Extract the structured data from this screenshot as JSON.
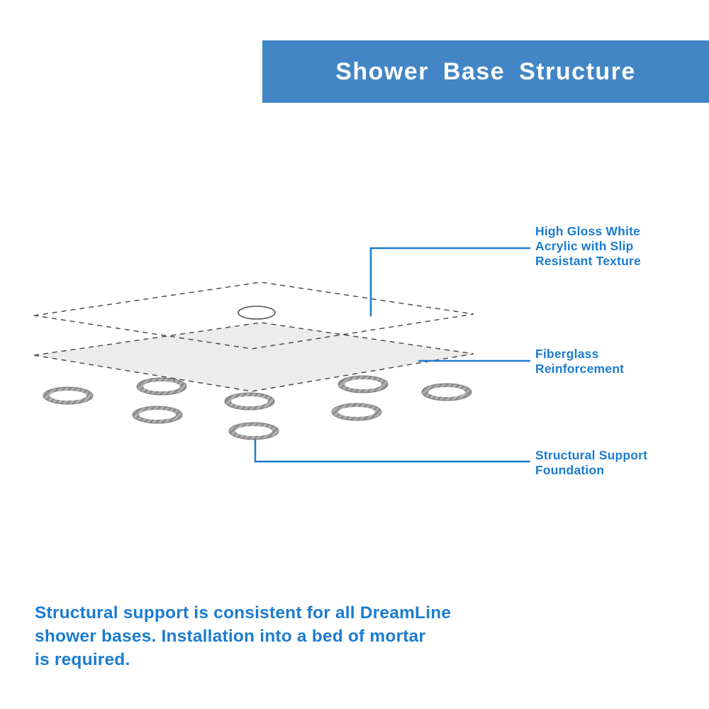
{
  "header": {
    "title": "Shower Base Structure"
  },
  "callouts": {
    "acrylic": "High Gloss White\nAcrylic with Slip\nResistant Texture",
    "fiberglass": "Fiberglass\nReinforcement",
    "foundation": "Structural Support\nFoundation"
  },
  "footer": {
    "text": "Structural support is consistent for all DreamLine\nshower bases. Installation into a bed of mortar\nis required."
  },
  "colors": {
    "banner_blue": "#4286c5",
    "text_blue": "#1b7cd0",
    "layer_gray": "#ececec",
    "ring_gray": "#a8a8a8",
    "outline_gray": "#4f4f4f"
  },
  "diagram": {
    "ring_count": 8,
    "layers": [
      "acrylic-top-dashed-outline",
      "fiberglass-gray-layer"
    ],
    "drain": "drain-hole-ellipse"
  }
}
